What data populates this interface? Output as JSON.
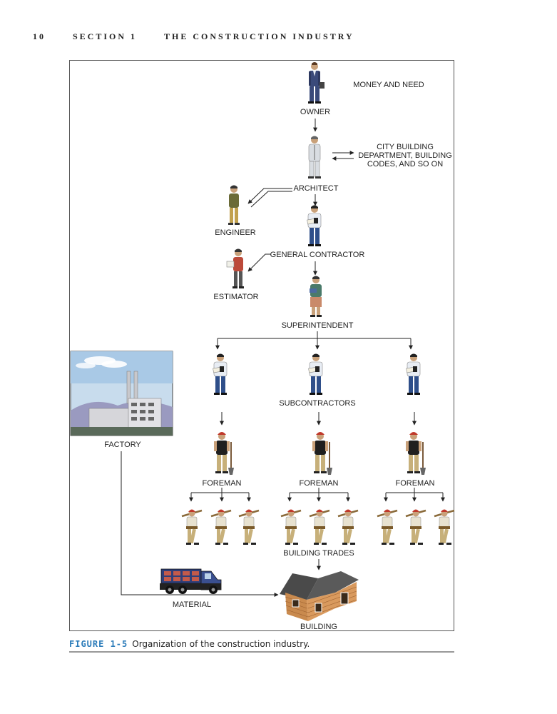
{
  "header": {
    "page_number": "10",
    "section": "SECTION 1",
    "title": "THE CONSTRUCTION INDUSTRY"
  },
  "diagram": {
    "labels": {
      "money_and_need": "MONEY AND NEED",
      "owner": "OWNER",
      "city_building": "CITY BUILDING\nDEPARTMENT, BUILDING\nCODES, AND SO ON",
      "architect": "ARCHITECT",
      "engineer": "ENGINEER",
      "general_contractor": "GENERAL CONTRACTOR",
      "estimator": "ESTIMATOR",
      "superintendent": "SUPERINTENDENT",
      "subcontractors": "SUBCONTRACTORS",
      "factory": "FACTORY",
      "foreman_1": "FOREMAN",
      "foreman_2": "FOREMAN",
      "foreman_3": "FOREMAN",
      "building_trades": "BUILDING TRADES",
      "material": "MATERIAL",
      "building": "BUILDING"
    },
    "colors": {
      "suit": "#3a4a7a",
      "shirt": "#e8edf4",
      "jeans": "#2f4f8a",
      "skin": "#c9a17a",
      "hardhat": "#c0392b",
      "sky": "#b8d4ea",
      "mountain": "#9a9ac0",
      "house": "#c98a4e",
      "roof": "#555555",
      "truck": "#2e3f7a"
    }
  },
  "caption": {
    "figure": "FIGURE 1-5",
    "text": "Organization of the construction industry."
  }
}
